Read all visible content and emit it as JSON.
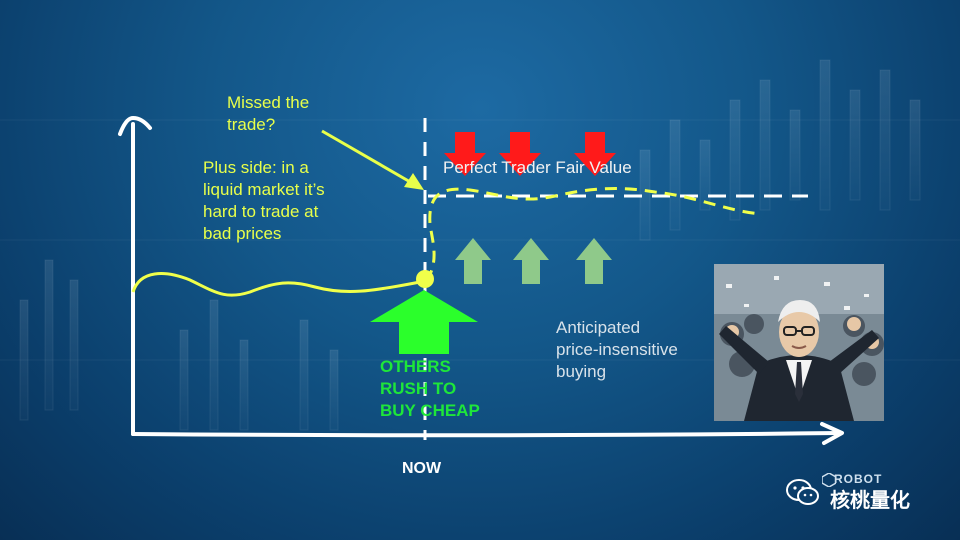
{
  "labels": {
    "missed": "Missed the\ntrade?",
    "plus_side": "Plus side: in a\nliquid market it’s\nhard to trade at\nbad prices",
    "fair_value": "Perfect Trader Fair Value",
    "others": "OTHERS\nRUSH TO\nBUY CHEAP",
    "anticipated": "Anticipated\nprice-insensitive\nbuying",
    "now": "NOW"
  },
  "watermark": {
    "robot": "ROBOT",
    "name": "核桃量化",
    "icon": "wechat-icon"
  },
  "colors": {
    "price_line": "#f0ff4a",
    "fair_value_line": "#ffffff",
    "down_arrow": "#ff1a1a",
    "up_arrow_pale": "#8fc98a",
    "up_arrow_bright": "#2bff2b"
  }
}
